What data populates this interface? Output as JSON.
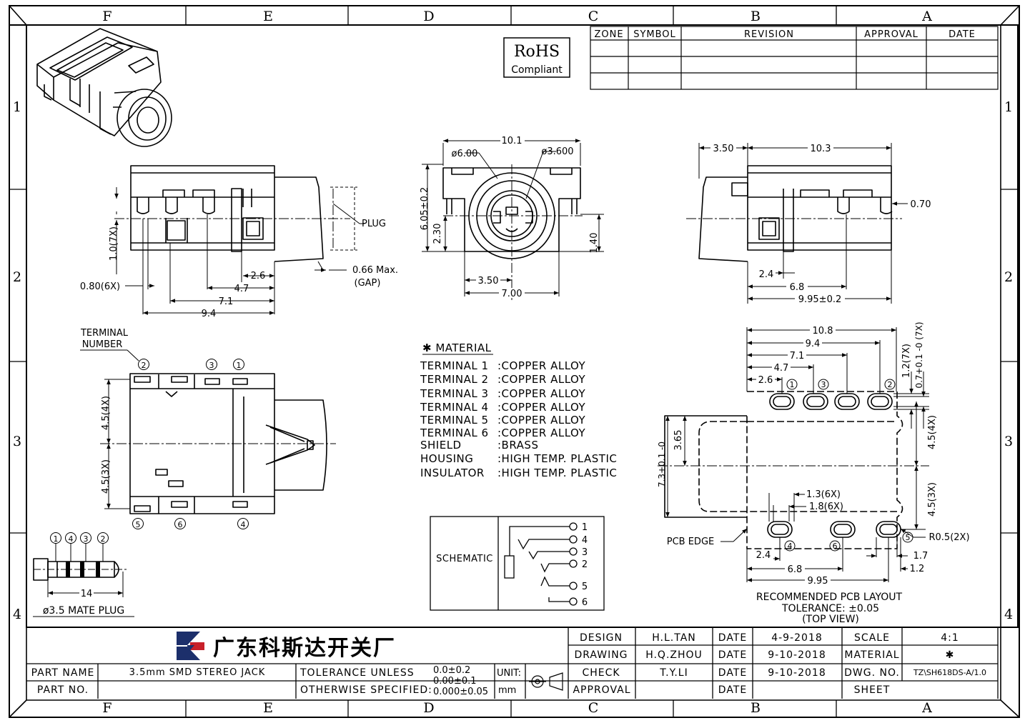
{
  "frame": {
    "top_columns": [
      "F",
      "E",
      "D",
      "C",
      "B",
      "A"
    ],
    "bottom_columns": [
      "F",
      "E",
      "D",
      "C",
      "B",
      "A"
    ],
    "left_rows": [
      "1",
      "2",
      "3",
      "4"
    ],
    "right_rows": [
      "1",
      "2",
      "3",
      "4"
    ]
  },
  "revision_table": {
    "headers": [
      "ZONE",
      "SYMBOL",
      "REVISION",
      "APPROVAL",
      "DATE"
    ]
  },
  "rohs": {
    "title": "RoHS",
    "subtitle": "Compliant"
  },
  "front_view": {
    "dims": [
      "1.0(7X)",
      "0.80(6X)",
      "2.6",
      "4.7",
      "7.1",
      "9.4",
      "0.66 Max.",
      "(GAP)",
      "PLUG"
    ]
  },
  "side_view": {
    "dims": [
      "10.1",
      "ø6.00",
      "ø3.600",
      "6.05±0.2",
      "2.30",
      "1.40",
      "3.50",
      "7.00"
    ]
  },
  "right_view": {
    "dims": [
      "3.50",
      "10.3",
      "0.70",
      "2.4",
      "6.8",
      "9.95±0.2"
    ]
  },
  "top_view": {
    "terminal_label": [
      "TERMINAL",
      "NUMBER"
    ],
    "dims": [
      "4.5(4X)",
      "4.5(3X)"
    ],
    "top_numbers": [
      "2",
      "3",
      "1"
    ],
    "bottom_numbers": [
      "5",
      "6",
      "4"
    ]
  },
  "plug": {
    "numbers": [
      "1",
      "4",
      "3",
      "2"
    ],
    "length": "14",
    "label": "ø3.5 MATE PLUG"
  },
  "material": {
    "title": "✱ MATERIAL",
    "rows": [
      {
        "label": "TERMINAL  1",
        "value": ":COPPER  ALLOY"
      },
      {
        "label": "TERMINAL  2",
        "value": ":COPPER  ALLOY"
      },
      {
        "label": "TERMINAL  3",
        "value": ":COPPER  ALLOY"
      },
      {
        "label": "TERMINAL  4",
        "value": ":COPPER  ALLOY"
      },
      {
        "label": "TERMINAL  5",
        "value": ":COPPER  ALLOY"
      },
      {
        "label": "TERMINAL  6",
        "value": ":COPPER  ALLOY"
      },
      {
        "label": "SHIELD",
        "value": ":BRASS"
      },
      {
        "label": "HOUSING",
        "value": ":HIGH  TEMP.  PLASTIC"
      },
      {
        "label": "INSULATOR",
        "value": ":HIGH  TEMP.  PLASTIC"
      }
    ]
  },
  "schematic": {
    "label": "SCHEMATIC",
    "pins": [
      "1",
      "4",
      "3",
      "2",
      "5",
      "6"
    ]
  },
  "pcb_layout": {
    "dims_top": [
      "10.8",
      "9.4",
      "7.1",
      "4.7",
      "2.6"
    ],
    "dims_right": [
      "1.2(7X)",
      "0.7+0.1 -0 (7X)",
      "4.5(4X)",
      "4.5(3X)"
    ],
    "dims_left": [
      "3.65",
      "7.3+0.1 -0"
    ],
    "dims_mid": [
      "1.3(6X)",
      "1.8(6X)"
    ],
    "dims_bottom": [
      "2.4",
      "6.8",
      "9.95",
      "1.7",
      "1.2"
    ],
    "top_numbers": [
      "1",
      "3",
      "2"
    ],
    "bottom_numbers": [
      "4",
      "6",
      "5"
    ],
    "pcb_edge": "PCB  EDGE",
    "radius": "R0.5(2X)",
    "caption": [
      "RECOMMENDED PCB LAYOUT",
      "TOLERANCE: ±0.05",
      "(TOP  VIEW)"
    ]
  },
  "title_block": {
    "company": "广东科斯达开关厂",
    "design_label": "DESIGN",
    "design_name": "H.L.TAN",
    "drawing_label": "DRAWING",
    "drawing_name": "H.Q.ZHOU",
    "check_label": "CHECK",
    "check_name": "T.Y.LI",
    "approval_label": "APPROVAL",
    "date_label": "DATE",
    "date_design": "4-9-2018",
    "date_drawing": "9-10-2018",
    "date_check": "9-10-2018",
    "scale_label": "SCALE",
    "scale_value": "4:1",
    "material_label": "MATERIAL",
    "material_value": "✱",
    "dwg_label": "DWG. NO.",
    "dwg_value": "TZ\\SH618DS-A/1.0",
    "sheet_label": "SHEET",
    "part_name_label": "PART NAME",
    "part_name_value": "3.5mm  SMD  STEREO  JACK",
    "part_no_label": "PART NO.",
    "tolerance_line1": "TOLERANCE  UNLESS",
    "tolerance_line2": "OTHERWISE  SPECIFIED:",
    "tol1": "0.0±0.2",
    "tol2": "0.00±0.1",
    "tol3": "0.000±0.05",
    "unit_label": "UNIT:",
    "unit_value": "mm"
  }
}
